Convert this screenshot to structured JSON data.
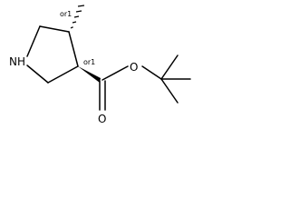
{
  "molecule": {
    "atoms": {
      "ring_nitrogen": "NH",
      "ester_oxygen": "O",
      "carbonyl_oxygen": "O"
    },
    "stereo_labels": {
      "methyl_carbon": "or1",
      "ester_carbon": "or1"
    }
  },
  "colors": {
    "ink": "#000000",
    "background": "#ffffff"
  }
}
